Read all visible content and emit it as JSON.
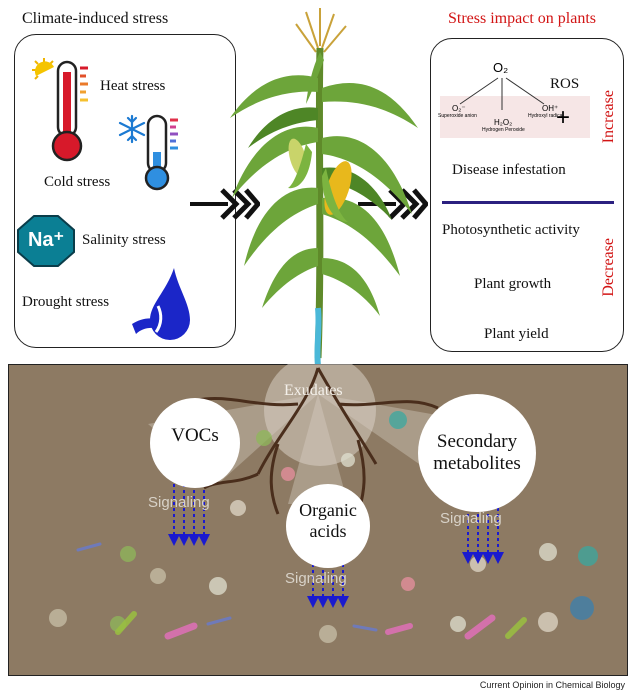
{
  "left_panel": {
    "title": "Climate-induced stress",
    "heat": "Heat stress",
    "cold": "Cold stress",
    "salinity": "Salinity stress",
    "salinity_icon_text": "Na⁺",
    "drought": "Drought stress"
  },
  "right_panel": {
    "title": "Stress impact on plants",
    "o2": "O₂",
    "ros": "ROS",
    "plus": "+",
    "superoxide_symbol": "O₂⁻",
    "superoxide": "Superoxide anion",
    "h2o2_symbol": "H₂O₂",
    "h2o2": "Hydrogen Peroxide",
    "oh_symbol": "OH⁺",
    "oh": "Hydroxyl radical",
    "disease": "Disease infestation",
    "photo": "Photosynthetic activity",
    "growth": "Plant growth",
    "yield": "Plant yield",
    "increase": "Increase",
    "decrease": "Decrease"
  },
  "soil": {
    "exudates": "Exudates",
    "vocs": "VOCs",
    "organic_acids": "Organic acids",
    "secondary": "Secondary metabolites",
    "signaling": "Signaling"
  },
  "footer": "Current Opinion in Chemical Biology",
  "colors": {
    "title_red": "#d21414",
    "arrow_blue": "#1a1acf",
    "divider": "#2b2080",
    "soil": "#8d7a63"
  }
}
